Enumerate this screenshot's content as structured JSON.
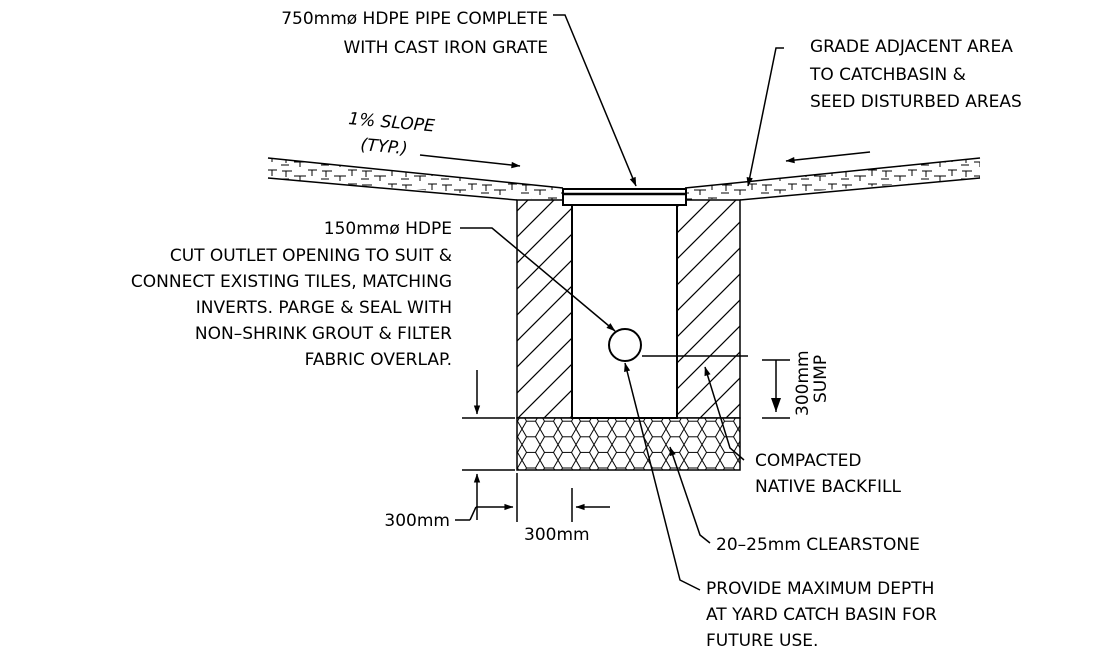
{
  "labels": {
    "pipe_l1": "750mmø HDPE PIPE COMPLETE",
    "pipe_l2": "WITH CAST IRON GRATE",
    "grade_l1": "GRADE ADJACENT AREA",
    "grade_l2": "TO CATCHBASIN &",
    "grade_l3": "SEED DISTURBED AREAS",
    "slope_l1": "1% SLOPE",
    "slope_l2": "(TYP.)",
    "outlet_l1": "150mmø HDPE",
    "outlet_l2": "CUT OUTLET OPENING TO SUIT &",
    "outlet_l3": "CONNECT EXISTING TILES, MATCHING",
    "outlet_l4": "INVERTS. PARGE &  SEAL WITH",
    "outlet_l5": "NON–SHRINK GROUT & FILTER",
    "outlet_l6": "FABRIC OVERLAP.",
    "sump_l1": "300mm",
    "sump_l2": "SUMP",
    "backfill_l1": "COMPACTED",
    "backfill_l2": "NATIVE BACKFILL",
    "dim_vertical": "300mm",
    "dim_horizontal": "300mm",
    "clearstone": "20–25mm CLEARSTONE",
    "depth_l1": "PROVIDE MAXIMUM DEPTH",
    "depth_l2": "AT YARD CATCH BASIN FOR",
    "depth_l3": "FUTURE USE."
  }
}
